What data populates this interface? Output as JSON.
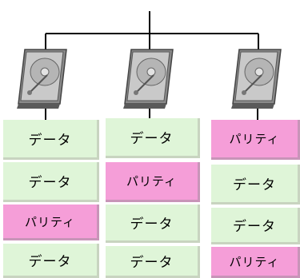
{
  "disks": [
    {
      "icon": "hard-disk-icon",
      "blocks": [
        {
          "label": "データ",
          "type": "data"
        },
        {
          "label": "データ",
          "type": "data"
        },
        {
          "label": "パリティ",
          "type": "parity"
        },
        {
          "label": "データ",
          "type": "data"
        }
      ]
    },
    {
      "icon": "hard-disk-icon",
      "blocks": [
        {
          "label": "データ",
          "type": "data"
        },
        {
          "label": "パリティ",
          "type": "parity"
        },
        {
          "label": "データ",
          "type": "data"
        },
        {
          "label": "データ",
          "type": "data"
        }
      ]
    },
    {
      "icon": "hard-disk-icon",
      "blocks": [
        {
          "label": "パリティ",
          "type": "parity"
        },
        {
          "label": "データ",
          "type": "data"
        },
        {
          "label": "データ",
          "type": "data"
        },
        {
          "label": "パリティ",
          "type": "parity"
        }
      ]
    }
  ],
  "colors": {
    "data_block": "#dff5d8",
    "parity_block": "#f59ed8",
    "connector": "#000000"
  }
}
